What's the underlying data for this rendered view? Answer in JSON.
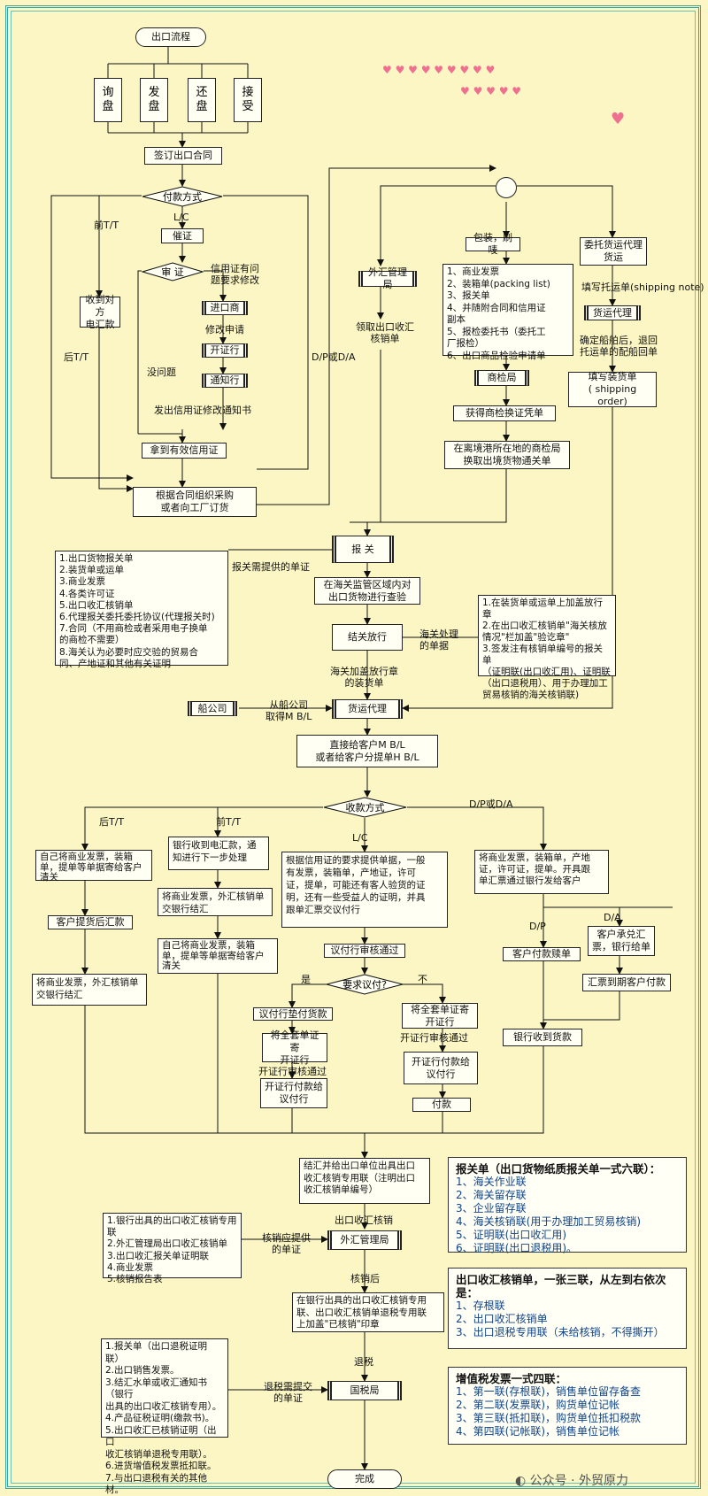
{
  "start": "出口流程",
  "top_steps": [
    "询\n盘",
    "发\n盘",
    "还\n盘",
    "接\n受"
  ],
  "sign_contract": "签订出口合同",
  "payment_method": "付款方式",
  "labels": {
    "prepay_tt": "前T/T",
    "lc": "L/C",
    "post_tt": "后T/T",
    "dp_da": "D/P或D/A",
    "no_problem": "没问题",
    "lc_problem": "信用证有问\n题要求修改",
    "modify_request": "修改申请",
    "issue_notice": "发出信用证修改通知书",
    "customs_docs": "报关需提供的单证",
    "customs_handled": "海关处理\n的单据",
    "customs_stamped": "海关加盖放行章\n的装货单",
    "from_shipco": "从船公司\n取得M B/L",
    "collect_method": "收款方式",
    "collect_prepay": "前T/T",
    "collect_post": "后T/T",
    "collect_lc": "L/C",
    "collect_dpda": "D/P或D/A",
    "dp": "D/P",
    "da": "D/A",
    "yes": "是",
    "no": "不",
    "bank_review_1": "开证行审核通过",
    "bank_review_2": "开证行审核通过",
    "fx_verify": "出口收汇核销",
    "verify_docs": "核销应提供\n的单证",
    "after_verify": "核销后",
    "tax_refund": "退税",
    "refund_docs": "退税需提交\n的单证",
    "fill_booking": "填写托运单(shipping note)",
    "confirm_ship": "确定船舶后，退回\n托运单的配船回单",
    "fill_so": "填写装货单\n( shipping order)"
  },
  "boxes": {
    "receive_tt": "收到对方\n电汇款",
    "urge": "催证",
    "review": "审  证",
    "importer": "进口商",
    "issuing_bank": "开证行",
    "advising_bank": "通知行",
    "valid_lc": "拿到有效信用证",
    "organize": "根据合同组织采购\n或者向工厂订货",
    "fx_bureau": "外汇管理局",
    "get_forms": "领取出口收汇\n核销单",
    "packing": "包装，刷唛",
    "docs_list": "1、商业发票\n2、装箱单(packing list)\n3、报关单\n4、并随附合同和信用证\n    副本\n5、报检委托书（委托工\n    厂报检）\n6、出口商品检验申请单",
    "inspection": "商检局",
    "get_cert": "获得商检换证凭单",
    "exchange": "在离境港所在地的商检局\n换取出境货物通关单",
    "entrust": "委托货运代理\n货运",
    "forwarder": "货运代理",
    "declare": "报  关",
    "inspect_goods": "在海关监管区域内对\n出口货物进行查验",
    "release": "结关放行",
    "customs_list": "1.出口货物报关单\n2.装货单或运单\n3.商业发票\n4.各类许可证\n5.出口收汇核销单\n6.代理报关委托委托协议(代理报关时)\n7.合同（不用商检或者采用电子换单\n   的商检不需要）\n8.海关认为必要时应交验的贸易合\n   同、产地证和其他有关证明",
    "customs_ops": "1.在装货单或运单上加盖放行章\n2.在出口收汇核销单\"海关核放\n   情况\"栏加盖\"验讫章\"\n3.签发注有核销单编号的报关单\n   （证明联(出口收汇用)、证明联\n   （出口退税用）、用于办理加工\n   贸易核销的海关核销联)",
    "ship_co": "船公司",
    "forwarder2": "货运代理",
    "give_bl": "直接给客户M B/L\n或者给客户分提单H B/L",
    "post_send": "自己将商业发票，装箱\n单，提单等单据寄给客户\n清关",
    "customer_pay": "客户提货后汇款",
    "post_submit": "将商业发票，外汇核销单\n交银行结汇",
    "pre_bank": "银行收到电汇款，通\n知进行下一步处理",
    "pre_submit": "将商业发票，外汇核销单\n交银行结汇",
    "pre_send": "自己将商业发票，装箱\n单，提单等单据寄给客户\n清关",
    "lc_docs": "根据信用证的要求提供单据，一般\n有发票，装箱单，产地证，许可\n证，提单，可能还有客人验货的证\n明，还有一些受益人的证明，并具\n跟单汇票交议付行",
    "lc_pass": "议付行审核通过",
    "need_nego": "要求议付?",
    "nego_advance": "议付行垫付货款",
    "send_issuing_y": "将全套单证寄\n开证行",
    "issuing_pay_y": "开证行付款给\n议付行",
    "send_issuing_n": "将全套单证寄\n开证行",
    "issuing_pay_n": "开证行付款给\n议付行",
    "payment": "付款",
    "dpda_docs": "将商业发票，装箱单，产地\n证，许可证，提单。开具跟\n单汇票通过银行发给客户",
    "dp_pay": "客户付款赎单",
    "da_accept": "客户承兑汇\n票，银行给单",
    "da_due": "汇票到期客户付款",
    "bank_receive": "银行收到货款",
    "settle": "结汇并给出口单位出具出口\n收汇核销专用联（注明出口\n收汇核销单编号）",
    "verify_list": "1.银行出具的出口收汇核销专用联\n2.外汇管理局出口收汇核销单\n3.出口收汇报关单证明联\n4.商业发票\n5.核销报告表",
    "fx_bureau2": "外汇管理局",
    "bank_stamp": "在银行出具的出口收汇核销专用\n联、出口收汇核销单退税专用联\n上加盖\"已核销\"印章",
    "refund_list": "1.报关单（出口退税证明联）\n2.出口销售发票。\n3.结汇水单或收汇通知书（银行\n   出具的出口收汇核销专用）。\n4.产品征税证明(缴款书)。\n5.出口收汇已核销证明（出口\n   收汇核销单退税专用联）。\n6.进货增值税发票抵扣联。\n7.与出口退税有关的其他材。",
    "tax_bureau": "国税局",
    "done": "完成"
  },
  "info_customs": {
    "title": "报关单（出口货物纸质报关单一式六联）：",
    "items": [
      "1、海关作业联",
      "2、海关留存联",
      "3、企业留存联",
      "4、海关核销联(用于办理加工贸易核销)",
      "5、证明联(出口收汇用)",
      "6、证明联(出口退税用)。"
    ]
  },
  "info_verify": {
    "title": "出口收汇核销单，一张三联，从左到右依次是：",
    "items": [
      "1、存根联",
      "2、出口收汇核销单",
      "3、出口退税专用联（未给核销，不得撕开）"
    ]
  },
  "info_vat": {
    "title": "增值税发票一式四联：",
    "items": [
      "1、第一联(存根联)，销售单位留存备查",
      "2、第二联(发票联)，购货单位记帐",
      "3、第三联(抵扣联)，购货单位抵扣税款",
      "4、第四联(记帐联)，销售单位记帐"
    ]
  },
  "watermark": "公众号 · 外贸原力"
}
